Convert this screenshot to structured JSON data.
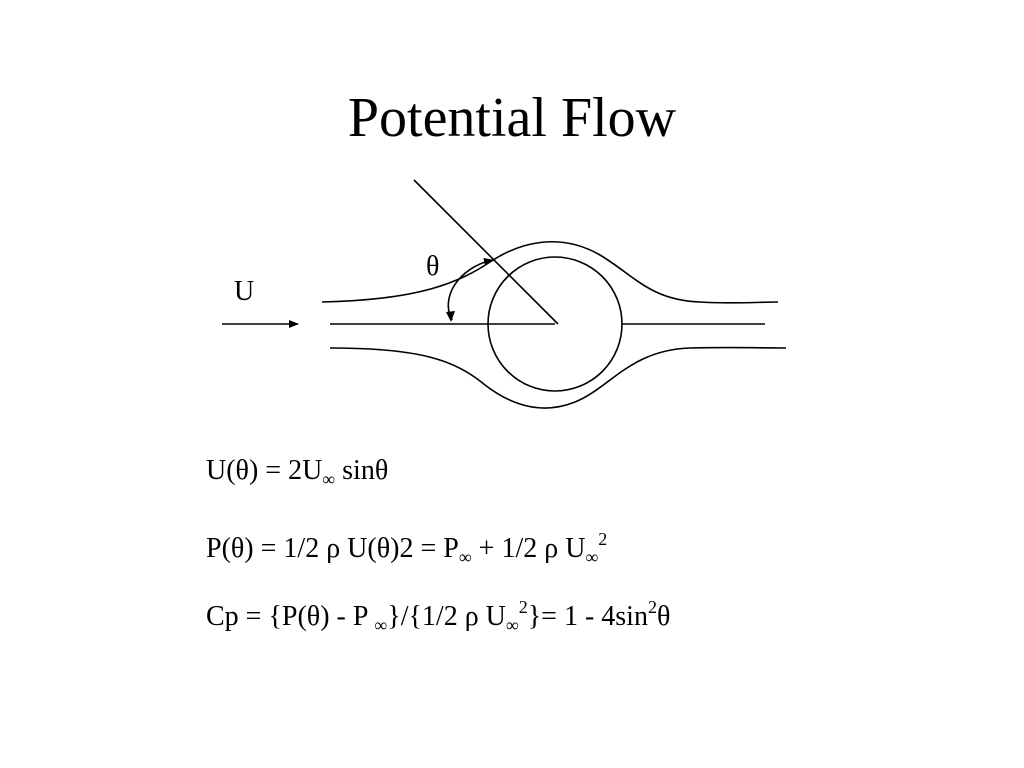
{
  "slide": {
    "title": "Potential Flow"
  },
  "diagram": {
    "freestream_label": "U",
    "angle_label": "θ"
  },
  "equations": {
    "eq1": {
      "lhs": "U(θ) = 2U",
      "sub_inf": "∞",
      "rest": " sinθ"
    },
    "eq2": {
      "part1": "P(θ) = 1/2 ρ U(θ)2 = P",
      "sub_inf1": "∞",
      "part2": " + 1/2 ρ U",
      "sub_inf2": "∞",
      "sup2": "2"
    },
    "eq3": {
      "part1": "Cp = {P(θ) - P ",
      "sub_inf1": "∞",
      "part2": "}/{1/2 ρ U",
      "sub_inf2": "∞",
      "sup2": "2",
      "part3": "}= 1 - 4sin",
      "sup_sin": "2",
      "part4": "θ"
    }
  }
}
